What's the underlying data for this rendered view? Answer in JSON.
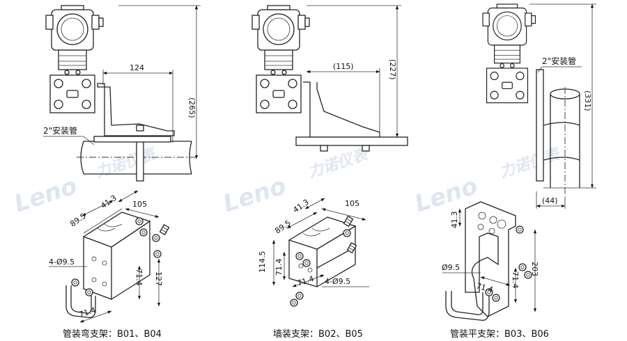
{
  "watermark": "Leno",
  "watermark_cn": "力诺仪表",
  "brackets": [
    {
      "caption": "管装弯支架：B01、B04",
      "pipe_label": "2\"安装管",
      "dims": [
        "124",
        "(265)",
        "89.5",
        "41.3",
        "105",
        "4-Ø9.5",
        "71.4",
        "127",
        "71.4"
      ]
    },
    {
      "caption": "墙装支架：B02、B05",
      "dims": [
        "(115)",
        "(227)",
        "89.5",
        "41.3",
        "105",
        "114.5",
        "71.4",
        "71.4",
        "4-Ø9.5"
      ]
    },
    {
      "caption": "管装平支架：B03、B06",
      "pipe_label": "2\"安装管",
      "dims": [
        "(331)",
        "(44)",
        "41.3",
        "Ø9.5",
        "71.4",
        "71.4",
        "203"
      ]
    }
  ]
}
